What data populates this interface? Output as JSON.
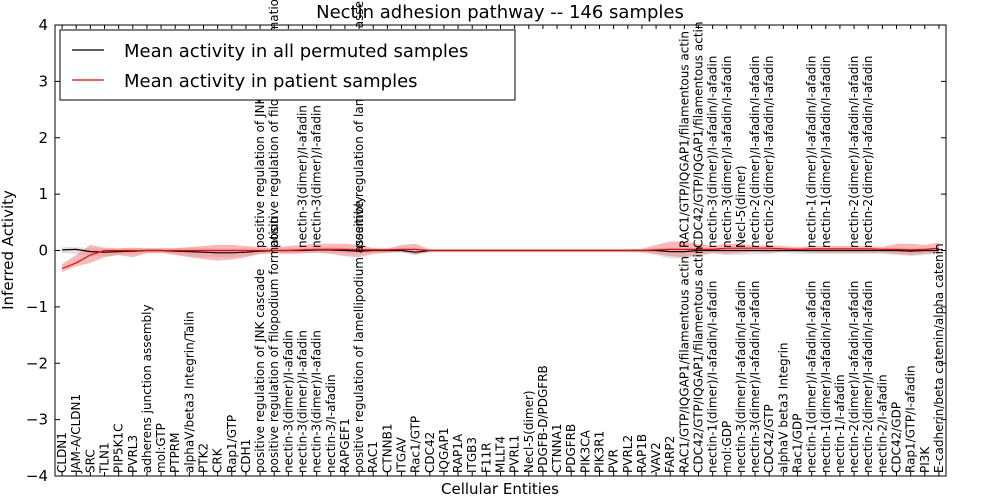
{
  "chart_data": {
    "type": "line",
    "title": "Nectin adhesion pathway -- 146 samples",
    "xlabel": "Cellular Entities",
    "ylabel": "Inferred Activity",
    "ylim": [
      -4,
      4
    ],
    "yticks": [
      -4,
      -3,
      -2,
      -1,
      0,
      1,
      2,
      3,
      4
    ],
    "ytick_labels": [
      "−4",
      "−3",
      "−2",
      "−1",
      "0",
      "1",
      "2",
      "3",
      "4"
    ],
    "grid": false,
    "legend_position": "top-left",
    "categories": [
      "CLDN1",
      "JAM-A/CLDN1",
      "SRC",
      "TLN1",
      "PIP5K1C",
      "PVRL3",
      "adherens junction assembly",
      "mol:GTP",
      "PTPRM",
      "alphaV/beta3 Integrin/Talin",
      "PTK2",
      "CRK",
      "Rap1/GTP",
      "CDH1",
      "positive regulation of JNK cascade",
      "positive regulation of filopodium formation",
      "nectin-3(dimer)/I-afadin",
      "nectin-3(dimer)/I-afadin",
      "nectin-3(dimer)/I-afadin",
      "nectin-3/I-afadin",
      "RAPGEF1",
      "positive regulation of lamellipodium assembly",
      "RAC1",
      "CTNNB1",
      "ITGAV",
      "Rac1/GTP",
      "CDC42",
      "IQGAP1",
      "RAP1A",
      "ITGB3",
      "F11R",
      "MLLT4",
      "PVRL1",
      "Necl-5(dimer)",
      "PDGFB-D/PDGFRB",
      "CTNNA1",
      "PDGFRB",
      "PIK3CA",
      "PIK3R1",
      "PVR",
      "PVRL2",
      "RAP1B",
      "VAV2",
      "FARP2",
      "RAC1/GTP/IQGAP1/filamentous actin",
      "CDC42/GTP/IQGAP1/filamentous actin",
      "nectin-1(dimer)/I-afadin/I-afadin",
      "mol:GDP",
      "nectin-3(dimer)/I-afadin/I-afadin",
      "nectin-3(dimer)/I-afadin/I-afadin",
      "CDC42/GTP",
      "alphaV beta3 Integrin",
      "Rac1/GDP",
      "nectin-1(dimer)/I-afadin/I-afadin",
      "nectin-1(dimer)/I-afadin/I-afadin",
      "nectin-1/I-afadin",
      "nectin-2(dimer)/I-afadin/I-afadin",
      "nectin-2(dimer)/I-afadin/I-afadin",
      "nectin-2/I-afadin",
      "CDC42/GDP",
      "Rap1/GTP/I-afadin",
      "PI3K",
      "E-cadherin/beta catenin/alpha catenin"
    ],
    "top_labels": [
      {
        "index": 14,
        "text": "positive regulation of JNK cascade"
      },
      {
        "index": 15,
        "text": "positive regulation of filopodium formation"
      },
      {
        "index": 17,
        "text": "nectin-3(dimer)/I-afadin"
      },
      {
        "index": 18,
        "text": "nectin-3(dimer)/I-afadin"
      },
      {
        "index": 21,
        "text": "positive regulation of lamellipodium assembly"
      },
      {
        "index": 44,
        "text": "RAC1/GTP/IQGAP1/filamentous actin"
      },
      {
        "index": 45,
        "text": "CDC42/GTP/IQGAP1/filamentous actin"
      },
      {
        "index": 46,
        "text": "nectin-3(dimer)/I-afadin/I-afadin"
      },
      {
        "index": 47,
        "text": "nectin-3(dimer)/I-afadin/I-afadin"
      },
      {
        "index": 48,
        "text": "Necl-5(dimer)"
      },
      {
        "index": 49,
        "text": "nectin-2(dimer)/I-afadin/I-afadin"
      },
      {
        "index": 50,
        "text": "nectin-2(dimer)/I-afadin/I-afadin"
      },
      {
        "index": 53,
        "text": "nectin-1(dimer)/I-afadin/I-afadin"
      },
      {
        "index": 54,
        "text": "nectin-1(dimer)/I-afadin/I-afadin"
      },
      {
        "index": 56,
        "text": "nectin-2(dimer)/I-afadin/I-afadin"
      },
      {
        "index": 57,
        "text": "nectin-2(dimer)/I-afadin/I-afadin"
      }
    ],
    "series": [
      {
        "name": "Mean activity in all permuted samples",
        "color": "#000000",
        "band_color": "#c8c8c8",
        "values": [
          0.01,
          0.02,
          -0.02,
          -0.03,
          -0.02,
          -0.01,
          0.0,
          0.0,
          -0.01,
          -0.02,
          -0.03,
          -0.04,
          -0.04,
          -0.03,
          -0.01,
          0.0,
          0.0,
          0.0,
          0.01,
          0.01,
          0.0,
          -0.01,
          0.0,
          0.0,
          0.0,
          -0.03,
          0.0,
          0.0,
          0.0,
          0.0,
          0.0,
          0.0,
          0.0,
          0.0,
          0.0,
          0.0,
          0.0,
          0.0,
          0.0,
          0.0,
          0.0,
          0.0,
          0.0,
          -0.02,
          -0.02,
          0.0,
          0.0,
          0.0,
          0.0,
          0.0,
          0.0,
          0.0,
          0.0,
          0.0,
          0.0,
          0.0,
          0.0,
          0.0,
          0.0,
          0.0,
          -0.01,
          0.0,
          0.0
        ],
        "lower": [
          -0.05,
          -0.06,
          -0.1,
          -0.1,
          -0.08,
          -0.06,
          -0.04,
          -0.04,
          -0.06,
          -0.1,
          -0.12,
          -0.12,
          -0.12,
          -0.1,
          -0.06,
          -0.05,
          -0.05,
          -0.05,
          -0.04,
          -0.04,
          -0.05,
          -0.06,
          -0.04,
          -0.04,
          -0.04,
          -0.07,
          -0.03,
          -0.03,
          -0.03,
          -0.03,
          -0.03,
          -0.03,
          -0.03,
          -0.03,
          -0.03,
          -0.03,
          -0.03,
          -0.03,
          -0.03,
          -0.03,
          -0.03,
          -0.04,
          -0.08,
          -0.14,
          -0.14,
          -0.1,
          -0.06,
          -0.08,
          -0.08,
          -0.06,
          -0.06,
          -0.04,
          -0.06,
          -0.06,
          -0.06,
          -0.06,
          -0.06,
          -0.06,
          -0.06,
          -0.08,
          -0.1,
          -0.08,
          -0.06
        ],
        "upper": [
          0.06,
          0.06,
          0.04,
          0.03,
          0.03,
          0.04,
          0.04,
          0.04,
          0.04,
          0.05,
          0.05,
          0.04,
          0.04,
          0.04,
          0.04,
          0.05,
          0.05,
          0.05,
          0.06,
          0.06,
          0.05,
          0.04,
          0.04,
          0.04,
          0.04,
          0.02,
          0.03,
          0.03,
          0.03,
          0.03,
          0.03,
          0.03,
          0.03,
          0.03,
          0.03,
          0.03,
          0.03,
          0.03,
          0.03,
          0.03,
          0.03,
          0.03,
          0.04,
          0.04,
          0.04,
          0.04,
          0.04,
          0.05,
          0.05,
          0.04,
          0.04,
          0.04,
          0.04,
          0.04,
          0.04,
          0.04,
          0.04,
          0.04,
          0.04,
          0.04,
          0.04,
          0.04,
          0.04
        ]
      },
      {
        "name": "Mean activity in patient samples",
        "color": "#ff0000",
        "band_color": "#f08080",
        "values": [
          -0.32,
          -0.22,
          -0.08,
          0.0,
          0.0,
          0.0,
          0.0,
          0.0,
          0.0,
          0.0,
          0.0,
          0.0,
          0.0,
          0.0,
          0.0,
          0.0,
          0.0,
          0.01,
          0.02,
          0.02,
          0.02,
          0.01,
          0.01,
          0.01,
          0.02,
          0.02,
          0.0,
          0.0,
          0.0,
          0.0,
          0.0,
          0.0,
          0.0,
          0.0,
          0.0,
          0.0,
          0.0,
          0.0,
          0.0,
          0.0,
          0.0,
          0.0,
          0.01,
          0.02,
          0.02,
          0.02,
          0.02,
          0.04,
          0.04,
          0.04,
          0.04,
          0.03,
          0.02,
          0.03,
          0.03,
          0.03,
          0.03,
          0.03,
          0.02,
          0.02,
          0.01,
          0.02,
          0.04
        ],
        "lower": [
          -0.38,
          -0.28,
          -0.22,
          -0.12,
          -0.08,
          -0.12,
          -0.05,
          -0.04,
          -0.08,
          -0.12,
          -0.15,
          -0.18,
          -0.16,
          -0.12,
          -0.06,
          -0.05,
          -0.06,
          -0.05,
          -0.04,
          -0.06,
          -0.1,
          -0.12,
          -0.06,
          -0.04,
          -0.02,
          -0.08,
          -0.02,
          -0.02,
          -0.02,
          -0.02,
          -0.02,
          -0.02,
          -0.02,
          -0.02,
          -0.02,
          -0.02,
          -0.02,
          -0.02,
          -0.02,
          -0.02,
          -0.02,
          -0.02,
          -0.06,
          -0.1,
          -0.12,
          -0.08,
          -0.04,
          -0.06,
          -0.04,
          -0.02,
          -0.04,
          -0.02,
          -0.02,
          -0.04,
          -0.04,
          -0.04,
          -0.04,
          -0.04,
          -0.04,
          -0.06,
          -0.08,
          -0.06,
          -0.04
        ],
        "upper": [
          -0.24,
          -0.08,
          0.1,
          0.05,
          0.04,
          0.05,
          0.04,
          0.04,
          0.04,
          0.06,
          0.08,
          0.1,
          0.1,
          0.08,
          0.06,
          0.05,
          0.08,
          0.1,
          0.12,
          0.12,
          0.12,
          0.1,
          0.04,
          0.03,
          0.1,
          0.12,
          0.02,
          0.02,
          0.02,
          0.02,
          0.02,
          0.02,
          0.02,
          0.02,
          0.02,
          0.02,
          0.02,
          0.02,
          0.02,
          0.02,
          0.02,
          0.03,
          0.1,
          0.16,
          0.16,
          0.12,
          0.08,
          0.12,
          0.12,
          0.08,
          0.1,
          0.08,
          0.06,
          0.08,
          0.08,
          0.08,
          0.08,
          0.08,
          0.06,
          0.12,
          0.12,
          0.1,
          0.14
        ]
      }
    ]
  }
}
